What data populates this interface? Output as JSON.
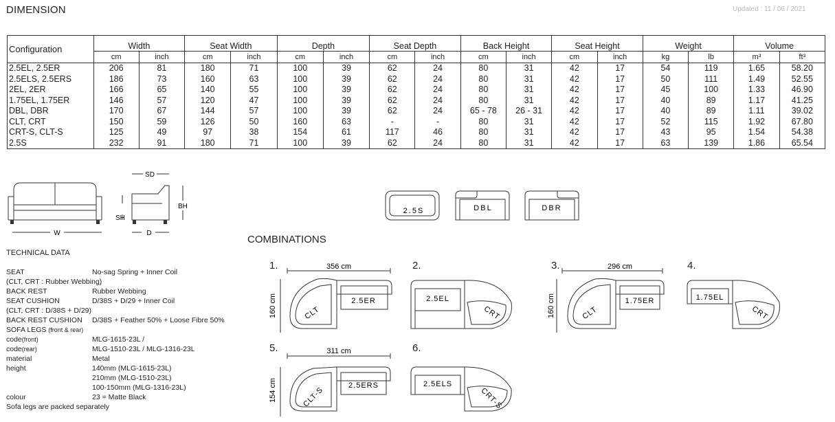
{
  "header": {
    "title": "DIMENSION",
    "updated": "Updated : 11 / 06 / 2021"
  },
  "table": {
    "config_header": "Configuration",
    "groups": [
      {
        "name": "Width",
        "units": [
          "cm",
          "inch"
        ]
      },
      {
        "name": "Seat Width",
        "units": [
          "cm",
          "inch"
        ]
      },
      {
        "name": "Depth",
        "units": [
          "cm",
          "inch"
        ]
      },
      {
        "name": "Seat Depth",
        "units": [
          "cm",
          "inch"
        ]
      },
      {
        "name": "Back Height",
        "units": [
          "cm",
          "inch"
        ]
      },
      {
        "name": "Seat Height",
        "units": [
          "cm",
          "inch"
        ]
      },
      {
        "name": "Weight",
        "units": [
          "kg",
          "lb"
        ]
      },
      {
        "name": "Volume",
        "units": [
          "m³",
          "ft³"
        ]
      }
    ],
    "rows": [
      [
        "2.5EL, 2.5ER",
        "206",
        "81",
        "180",
        "71",
        "100",
        "39",
        "62",
        "24",
        "80",
        "31",
        "42",
        "17",
        "54",
        "119",
        "1.65",
        "58.20"
      ],
      [
        "2.5ELS, 2.5ERS",
        "186",
        "73",
        "160",
        "63",
        "100",
        "39",
        "62",
        "24",
        "80",
        "31",
        "42",
        "17",
        "50",
        "111",
        "1.49",
        "52.55"
      ],
      [
        "2EL, 2ER",
        "166",
        "65",
        "140",
        "55",
        "100",
        "39",
        "62",
        "24",
        "80",
        "31",
        "42",
        "17",
        "45",
        "100",
        "1.33",
        "46.90"
      ],
      [
        "1.75EL, 1.75ER",
        "146",
        "57",
        "120",
        "47",
        "100",
        "39",
        "62",
        "24",
        "80",
        "31",
        "42",
        "17",
        "40",
        "89",
        "1.17",
        "41.25"
      ],
      [
        "DBL, DBR",
        "170",
        "67",
        "144",
        "57",
        "100",
        "39",
        "62",
        "24",
        "65 - 78",
        "26 - 31",
        "42",
        "17",
        "40",
        "89",
        "1.11",
        "39.02"
      ],
      [
        "CLT, CRT",
        "150",
        "59",
        "126",
        "50",
        "160",
        "63",
        "-",
        "-",
        "80",
        "31",
        "42",
        "17",
        "52",
        "115",
        "1.92",
        "67.80"
      ],
      [
        "CRT-S, CLT-S",
        "125",
        "49",
        "97",
        "38",
        "154",
        "61",
        "117",
        "46",
        "80",
        "31",
        "42",
        "17",
        "43",
        "95",
        "1.54",
        "54.38"
      ],
      [
        "2.5S",
        "232",
        "91",
        "180",
        "71",
        "100",
        "39",
        "62",
        "24",
        "80",
        "31",
        "42",
        "17",
        "63",
        "139",
        "1.86",
        "65.54"
      ]
    ]
  },
  "diagram_labels": {
    "w": "W",
    "d": "D",
    "sd": "SD",
    "sh": "SH",
    "bh": "BH"
  },
  "modules": {
    "m1": "2.5S",
    "m2": "DBL",
    "m3": "DBR"
  },
  "technical": {
    "title": "TECHNICAL DATA",
    "seat_k": "SEAT",
    "seat_v": "No-sag Spring + Inner Coil",
    "seat_n": "(CLT, CRT : Rubber Webbing)",
    "back_k": "BACK REST",
    "back_v": "Rubber Webbing",
    "cush_k": "SEAT CUSHION",
    "cush_v": "D/38S + D/29 + Inner Coil",
    "cush_n": "(CLT, CRT : D/38S + D/29)",
    "bcush_k": "BACK REST CUSHION",
    "bcush_v": "D/38S + Feather 50% + Loose Fibre 50%",
    "legs_k": "SOFA LEGS",
    "legs_s": "(front & rear)",
    "code_k": "code",
    "front_s": "(front)",
    "code_front": "MLG-1615-23L /",
    "rear_s": "(rear)",
    "code_rear": "MLG-1510-23L / MLG-1316-23L",
    "material_k": "material",
    "material_v": "Metal",
    "height_k": "height",
    "height_1": "140mm (MLG-1615-23L)",
    "height_2": "210mm (MLG-1510-23L)",
    "height_3": "100-150mm (MLG-1316-23L)",
    "colour_k": "colour",
    "colour_v": "23 = Matte Black",
    "note": "Sofa legs are packed separately"
  },
  "combinations": {
    "title": "COMBINATIONS",
    "c1": {
      "num": "1.",
      "width": "356 cm",
      "depth": "160 cm",
      "a": "CLT",
      "b": "2.5ER"
    },
    "c2": {
      "num": "2.",
      "a": "2.5EL",
      "b": "CRT"
    },
    "c3": {
      "num": "3.",
      "width": "296 cm",
      "depth": "160 cm",
      "a": "CLT",
      "b": "1.75ER"
    },
    "c4": {
      "num": "4.",
      "a": "1.75EL",
      "b": "CRT"
    },
    "c5": {
      "num": "5.",
      "width": "311 cm",
      "depth": "154 cm",
      "a": "CLT-S",
      "b": "2.5ERS"
    },
    "c6": {
      "num": "6.",
      "a": "2.5ELS",
      "b": "CRT-S"
    }
  }
}
